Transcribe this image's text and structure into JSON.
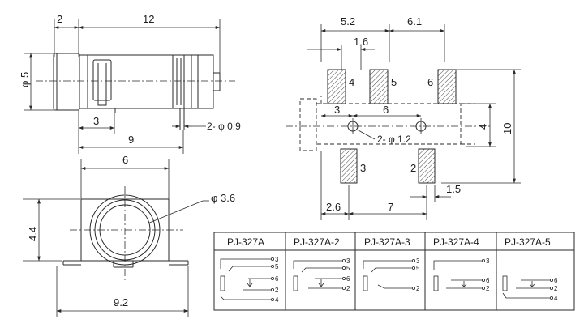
{
  "side_view": {
    "dim_flange": "2",
    "dim_length": "12",
    "dim_dia": "φ 5",
    "dim_pin_pos": "3",
    "dim_body": "9",
    "dim_pin_dia": "2- φ 0.9"
  },
  "front_view": {
    "dim_width_top": "6",
    "dim_hole": "φ 3.6",
    "dim_height": "4.4",
    "dim_width": "9.2"
  },
  "pcb_layout": {
    "dim_top_left": "5.2",
    "dim_top_right": "6.1",
    "dim_pitch": "1.6",
    "dim_post_left": "3",
    "dim_post_right": "6",
    "dim_post_hole": "2- φ 1.2",
    "dim_vert_small": "4",
    "dim_vert_total": "10",
    "dim_bottom_left": "2.6",
    "dim_bottom_mid": "7",
    "dim_bottom_right": "1.5",
    "pads": [
      {
        "label": "4"
      },
      {
        "label": "5"
      },
      {
        "label": "6"
      },
      {
        "label": "3"
      },
      {
        "label": "2"
      }
    ]
  },
  "models_table": {
    "models": [
      {
        "name": "PJ-327A",
        "pins": [
          "3",
          "5",
          "6",
          "2",
          "4"
        ]
      },
      {
        "name": "PJ-327A-2",
        "pins": [
          "3",
          "5",
          "6",
          "2"
        ]
      },
      {
        "name": "PJ-327A-3",
        "pins": [
          "3",
          "5",
          "2"
        ]
      },
      {
        "name": "PJ-327A-4",
        "pins": [
          "3",
          "6",
          "2"
        ]
      },
      {
        "name": "PJ-327A-5",
        "pins": [
          "6",
          "2",
          "4"
        ]
      }
    ]
  }
}
